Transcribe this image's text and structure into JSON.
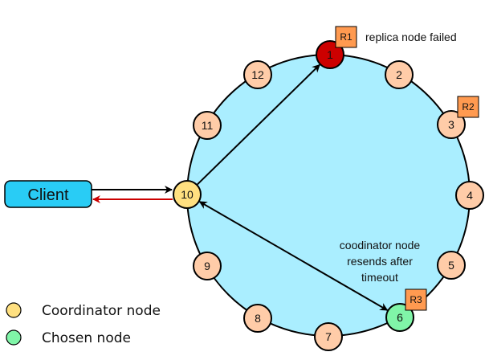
{
  "diagram": {
    "client": {
      "label": "Client",
      "color": "#29ccf5"
    },
    "ring": {
      "fill": "#aaeeff"
    },
    "nodes": [
      {
        "id": "1",
        "label": "1",
        "role": "failed",
        "color": "#cc0000"
      },
      {
        "id": "2",
        "label": "2",
        "role": "normal",
        "color": "#ffcca8"
      },
      {
        "id": "3",
        "label": "3",
        "role": "normal",
        "color": "#ffcca8"
      },
      {
        "id": "4",
        "label": "4",
        "role": "normal",
        "color": "#ffcca8"
      },
      {
        "id": "5",
        "label": "5",
        "role": "normal",
        "color": "#ffcca8"
      },
      {
        "id": "6",
        "label": "6",
        "role": "chosen",
        "color": "#80f5a8"
      },
      {
        "id": "7",
        "label": "7",
        "role": "normal",
        "color": "#ffcca8"
      },
      {
        "id": "8",
        "label": "8",
        "role": "normal",
        "color": "#ffcca8"
      },
      {
        "id": "9",
        "label": "9",
        "role": "normal",
        "color": "#ffcca8"
      },
      {
        "id": "10",
        "label": "10",
        "role": "coordinator",
        "color": "#ffe080"
      },
      {
        "id": "11",
        "label": "11",
        "role": "normal",
        "color": "#ffcca8"
      },
      {
        "id": "12",
        "label": "12",
        "role": "normal",
        "color": "#ffcca8"
      }
    ],
    "replicas": [
      {
        "label": "R1",
        "node": "1",
        "color": "#ff9a50"
      },
      {
        "label": "R2",
        "node": "3",
        "color": "#ff9a50"
      },
      {
        "label": "R3",
        "node": "6",
        "color": "#ff9a50"
      }
    ],
    "annotations": {
      "failed": "replica node failed",
      "resend_lines": [
        "coodinator node",
        "resends after",
        "timeout"
      ]
    },
    "edges": [
      {
        "from": "client",
        "to": "10",
        "color": "#000000"
      },
      {
        "from": "10",
        "to": "client",
        "color": "#cc0000"
      },
      {
        "from": "10",
        "to": "1",
        "color": "#000000"
      },
      {
        "from": "10",
        "to": "6",
        "color": "#000000",
        "bidirectional": true
      }
    ],
    "legend": [
      {
        "label": "Coordinator node",
        "color": "#ffe080"
      },
      {
        "label": "Chosen node",
        "color": "#80f5a8"
      }
    ]
  }
}
